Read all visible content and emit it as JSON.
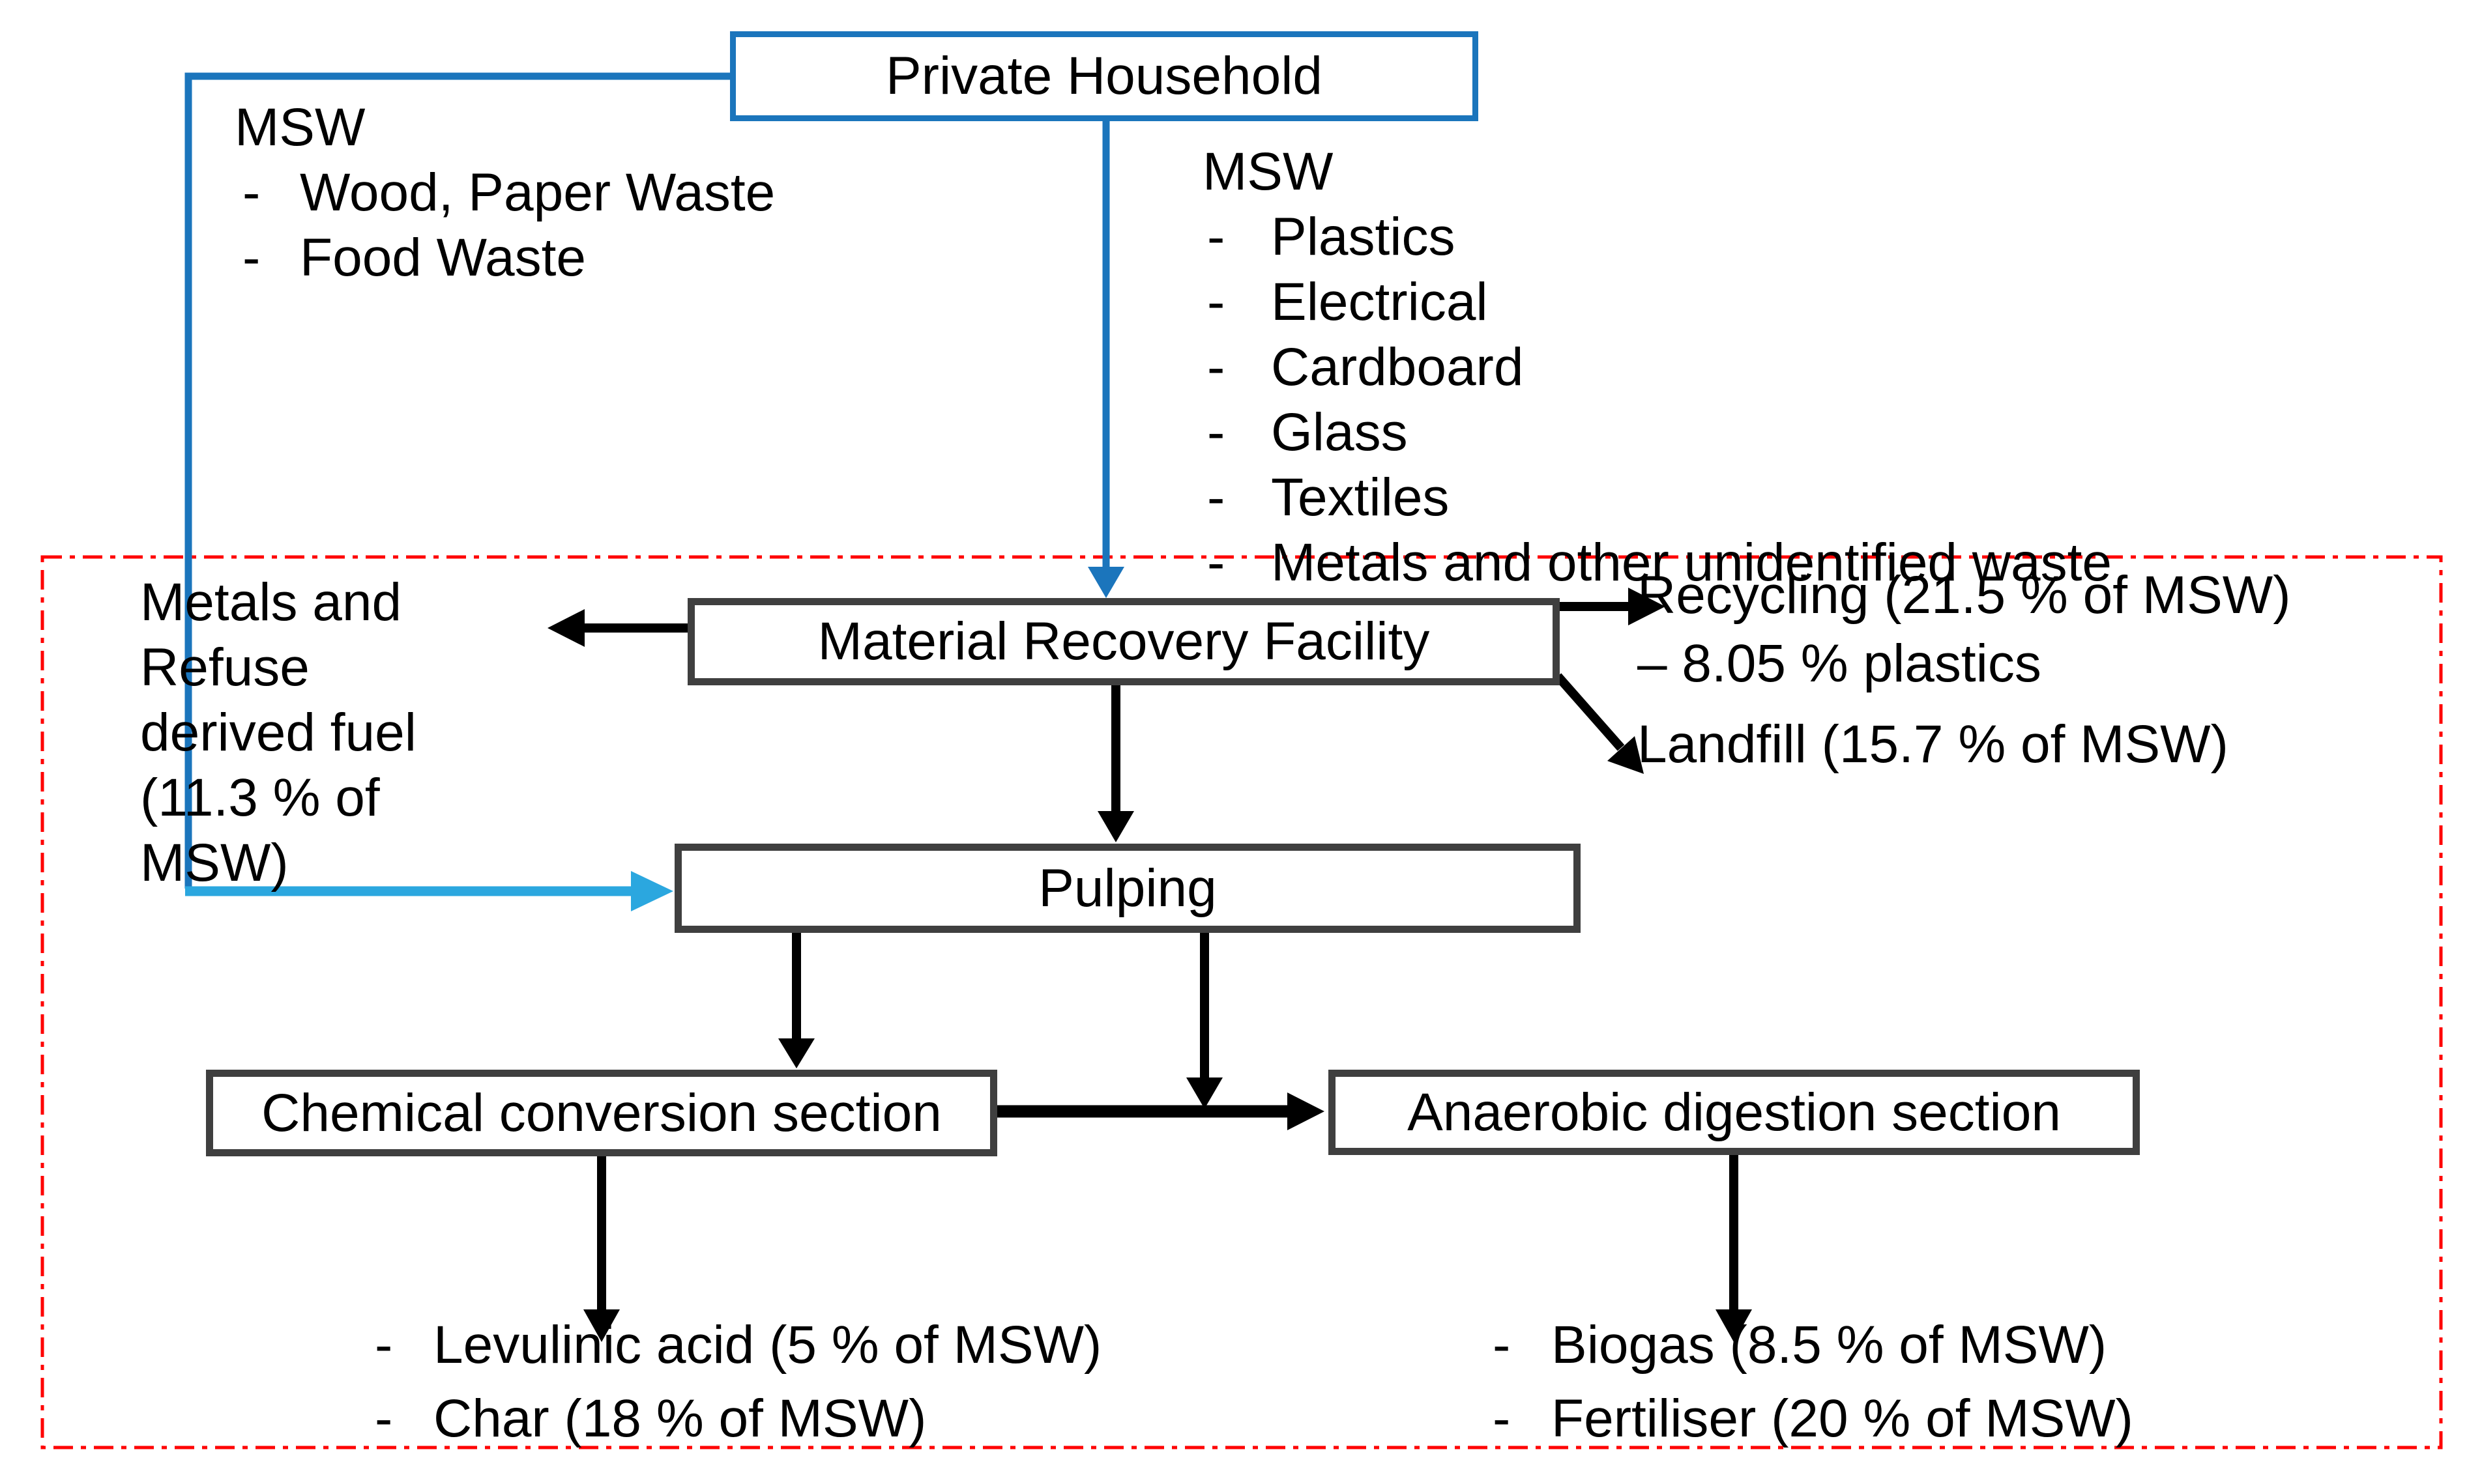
{
  "colors": {
    "household_blue": "#1B75BC",
    "pulp_feed_blue": "#2BA7DF",
    "process_box_border": "#3F3F3F",
    "system_boundary_red": "#FF0000",
    "arrow_black": "#000000"
  },
  "bullet": "-",
  "nodes": {
    "private_household": "Private Household",
    "material_recovery_facility": "Material Recovery Facility",
    "pulping": "Pulping",
    "chemical_conversion": "Chemical conversion section",
    "anaerobic_digestion": "Anaerobic digestion section"
  },
  "left_msw": {
    "title": "MSW",
    "items": [
      "Wood, Paper Waste",
      "Food Waste"
    ]
  },
  "right_msw": {
    "title": "MSW",
    "items": [
      "Plastics",
      "Electrical",
      "Cardboard",
      "Glass",
      "Textiles",
      "Metals and other unidentified waste"
    ]
  },
  "mrf_left_output_lines": [
    "Metals and",
    "Refuse",
    "derived fuel",
    "(11.3 % of",
    "MSW)"
  ],
  "recycling_line1": "Recycling (21.5 % of MSW)",
  "recycling_line2": "– 8.05 % plastics",
  "landfill": "Landfill (15.7 % of MSW)",
  "chemical_outputs": [
    "Levulinic acid (5 % of MSW)",
    "Char (18 % of MSW)"
  ],
  "anaerobic_outputs": [
    "Biogas (8.5 % of MSW)",
    "Fertiliser (20 % of MSW)"
  ]
}
